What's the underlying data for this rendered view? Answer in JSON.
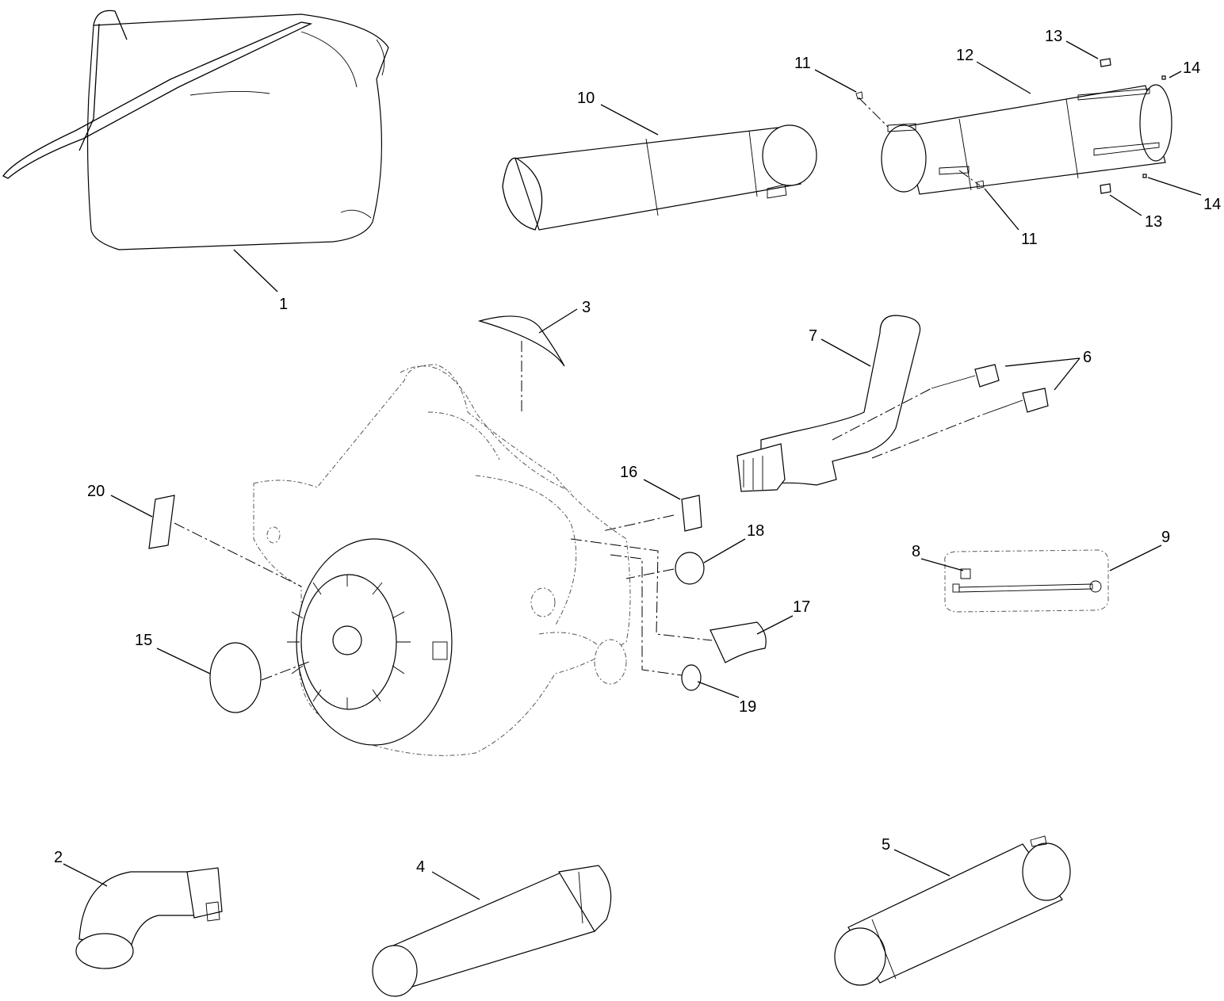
{
  "callouts": {
    "c1": "1",
    "c2": "2",
    "c3": "3",
    "c4": "4",
    "c5": "5",
    "c6": "6",
    "c7": "7",
    "c8": "8",
    "c9": "9",
    "c10": "10",
    "c11a": "11",
    "c11b": "11",
    "c12": "12",
    "c13a": "13",
    "c13b": "13",
    "c14a": "14",
    "c14b": "14",
    "c15": "15",
    "c16": "16",
    "c17": "17",
    "c18": "18",
    "c19": "19",
    "c20": "20"
  }
}
